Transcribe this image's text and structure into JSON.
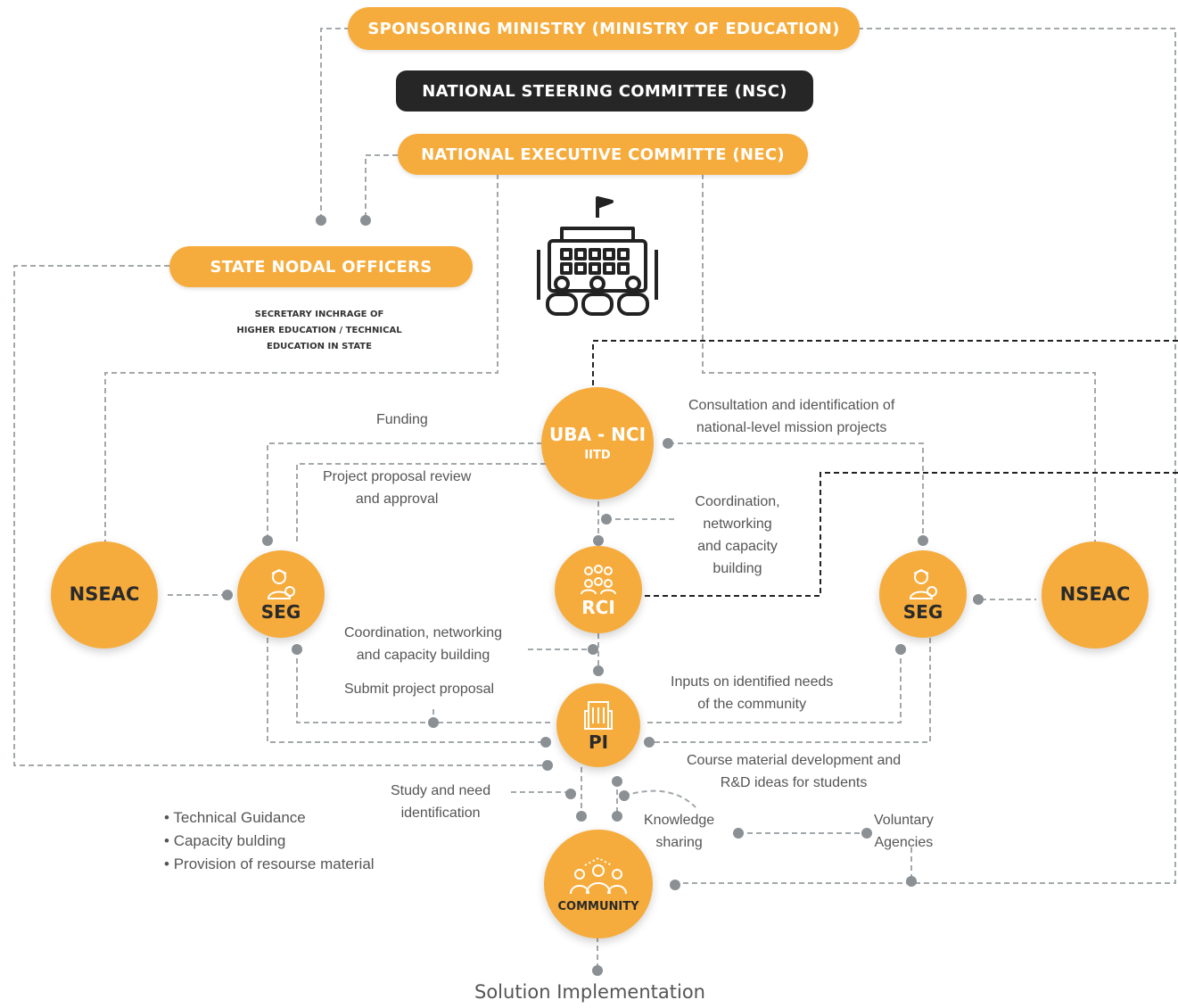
{
  "boxes": {
    "ministry": "SPONSORING MINISTRY (MINISTRY OF EDUCATION)",
    "nsc": "NATIONAL STEERING COMMITTEE (NSC)",
    "nec": "NATIONAL  EXECUTIVE COMMITTE (NEC)",
    "state_nodal": "STATE NODAL OFFICERS"
  },
  "state_nodal_note": [
    "SECRETARY INCHRAGE OF",
    "HIGHER EDUCATION / TECHNICAL",
    "EDUCATION IN STATE"
  ],
  "nodes": {
    "uba_title": "UBA - NCI",
    "uba_sub": "IITD",
    "nseac_left": "NSEAC",
    "seg_left": "SEG",
    "rci": "RCI",
    "seg_right": "SEG",
    "nseac_right": "NSEAC",
    "pi": "PI",
    "community": "COMMUNITY"
  },
  "labels": {
    "funding": "Funding",
    "consultation": [
      "Consultation and  identification of",
      "national-level mission projects"
    ],
    "proposal_review": [
      "Project proposal review",
      "and approval"
    ],
    "coord_right": [
      "Coordination,",
      "networking",
      "and capacity",
      "building"
    ],
    "coord_left": [
      "Coordination, networking",
      "and  capacity building"
    ],
    "submit": "Submit project proposal",
    "inputs": [
      "Inputs on identified needs",
      "of the community"
    ],
    "course": [
      "Course material development and",
      "R&D ideas for students"
    ],
    "study": [
      "Study and need",
      "identification"
    ],
    "knowledge": [
      "Knowledge",
      "sharing"
    ],
    "voluntary": [
      "Voluntary",
      "Agencies"
    ]
  },
  "bullets": [
    "Technical Guidance",
    "Capacity bulding",
    "Provision of resourse material"
  ],
  "footer": "Solution Implementation",
  "icons": [
    "school-building-icon",
    "graduate-icon",
    "group-icon",
    "building-icon",
    "community-icon"
  ],
  "colors": {
    "orange": "#f6ac3c",
    "dark": "#262626",
    "connector": "#9aa0a4",
    "dot": "#8a9094"
  }
}
